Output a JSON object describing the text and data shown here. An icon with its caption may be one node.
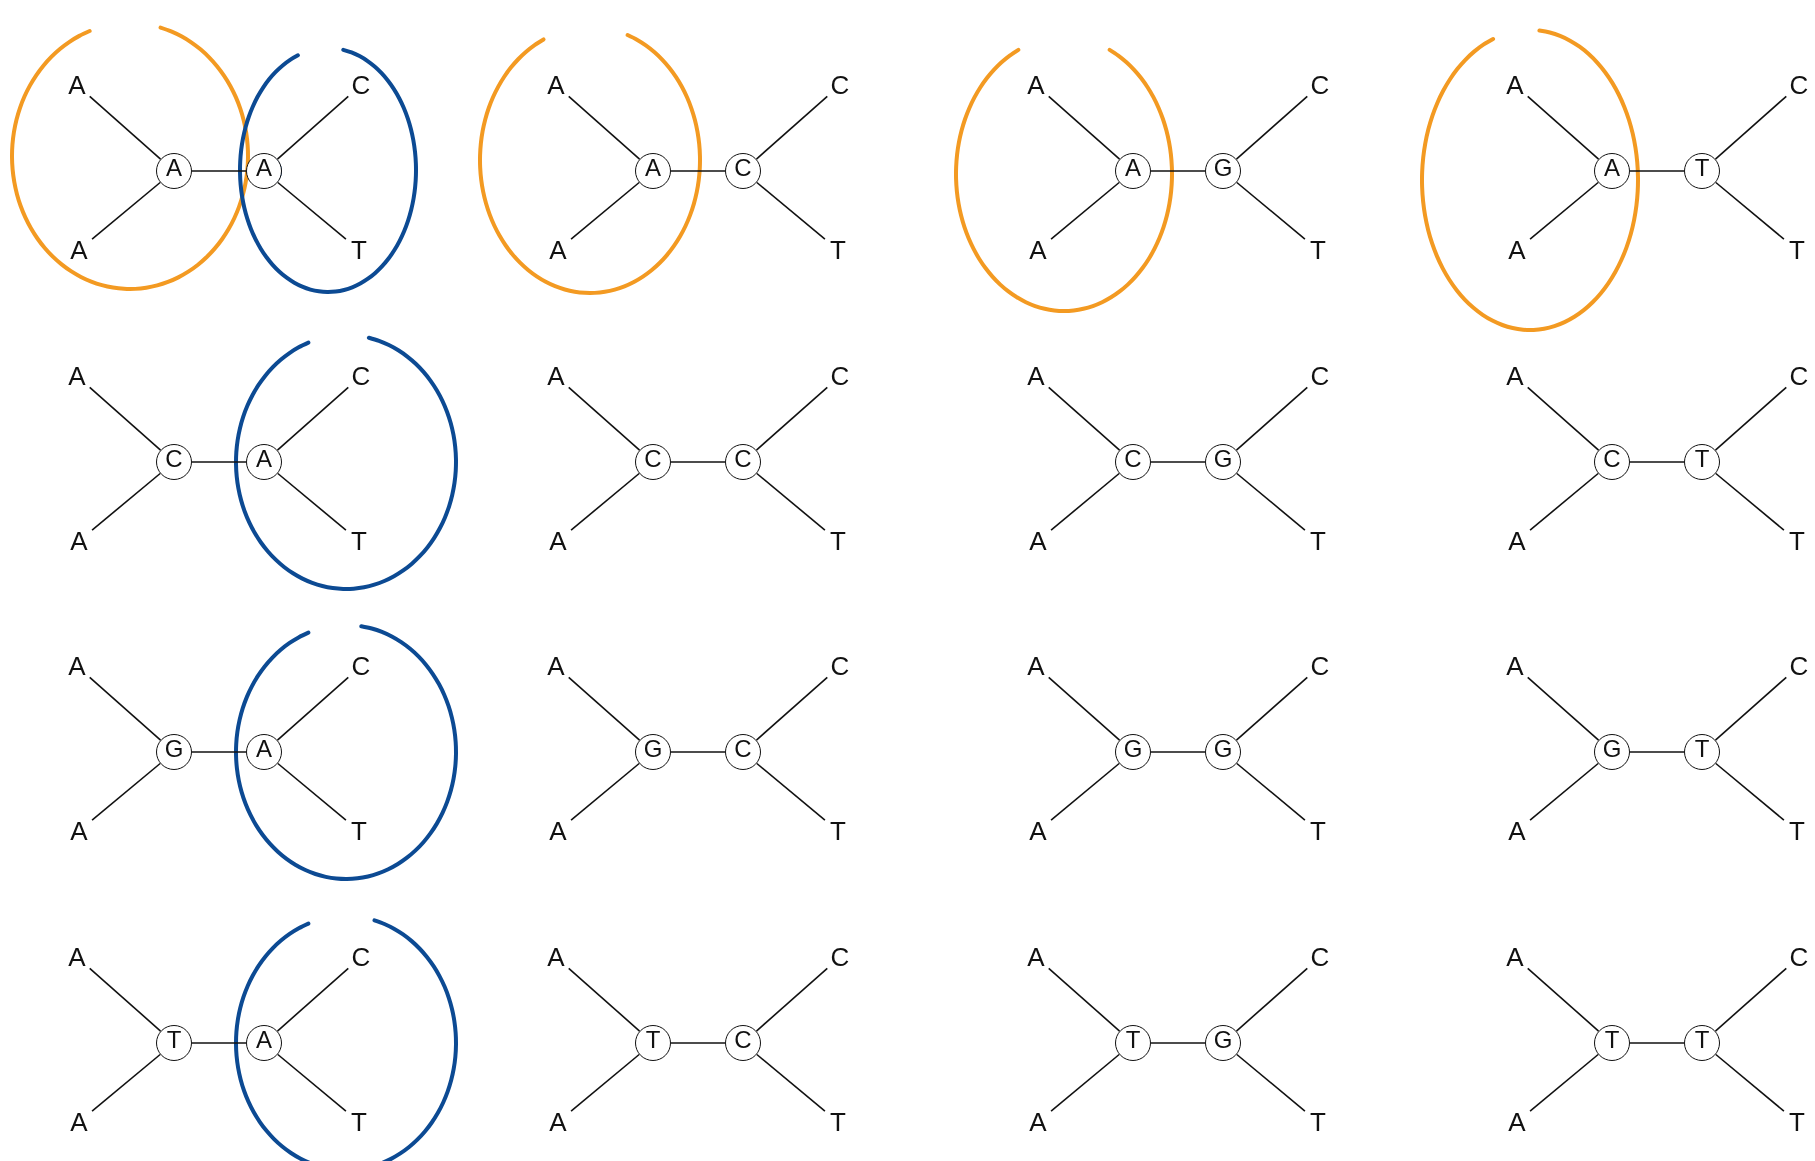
{
  "diagram": {
    "nodes": [
      {
        "text": [
          "A"
        ]
      },
      {
        "text": [
          "C"
        ]
      },
      {
        "text": [
          "A"
        ]
      },
      {
        "text": [
          "A"
        ]
      },
      {
        "text": [
          "A"
        ]
      },
      {
        "text": [
          "T"
        ]
      },
      {
        "text": [
          "A"
        ]
      },
      {
        "text": [
          "C"
        ]
      },
      {
        "text": [
          "A"
        ]
      },
      {
        "text": [
          "C"
        ]
      },
      {
        "text": [
          "A"
        ]
      },
      {
        "text": [
          "T"
        ]
      },
      {
        "text": [
          "A"
        ]
      },
      {
        "text": [
          "C"
        ]
      },
      {
        "text": [
          "A"
        ]
      },
      {
        "text": [
          "G"
        ]
      },
      {
        "text": [
          "A"
        ]
      },
      {
        "text": [
          "T"
        ]
      },
      {
        "text": [
          "A"
        ]
      },
      {
        "text": [
          "C"
        ]
      },
      {
        "text": [
          "A"
        ]
      },
      {
        "text": [
          "T"
        ]
      },
      {
        "text": [
          "A"
        ]
      },
      {
        "text": [
          "T"
        ]
      },
      {
        "text": [
          "A"
        ]
      },
      {
        "text": [
          "C"
        ]
      },
      {
        "text": [
          "C"
        ]
      },
      {
        "text": [
          "A"
        ]
      },
      {
        "text": [
          "A"
        ]
      },
      {
        "text": [
          "T"
        ]
      },
      {
        "text": [
          "A"
        ]
      },
      {
        "text": [
          "C"
        ]
      },
      {
        "text": [
          "C"
        ]
      },
      {
        "text": [
          "C"
        ]
      },
      {
        "text": [
          "A"
        ]
      },
      {
        "text": [
          "T"
        ]
      },
      {
        "text": [
          "A"
        ]
      },
      {
        "text": [
          "C"
        ]
      },
      {
        "text": [
          "C"
        ]
      },
      {
        "text": [
          "G"
        ]
      },
      {
        "text": [
          "A"
        ]
      },
      {
        "text": [
          "T"
        ]
      },
      {
        "text": [
          "A"
        ]
      },
      {
        "text": [
          "C"
        ]
      },
      {
        "text": [
          "C"
        ]
      },
      {
        "text": [
          "T"
        ]
      },
      {
        "text": [
          "A"
        ]
      },
      {
        "text": [
          "T"
        ]
      },
      {
        "text": [
          "A"
        ]
      },
      {
        "text": [
          "C"
        ]
      },
      {
        "text": [
          "G"
        ]
      },
      {
        "text": [
          "A"
        ]
      },
      {
        "text": [
          "A"
        ]
      },
      {
        "text": [
          "T"
        ]
      },
      {
        "text": [
          "A"
        ]
      },
      {
        "text": [
          "C"
        ]
      },
      {
        "text": [
          "G"
        ]
      },
      {
        "text": [
          "C"
        ]
      },
      {
        "text": [
          "A"
        ]
      },
      {
        "text": [
          "T"
        ]
      },
      {
        "text": [
          "A"
        ]
      },
      {
        "text": [
          "C"
        ]
      },
      {
        "text": [
          "G"
        ]
      },
      {
        "text": [
          "G"
        ]
      },
      {
        "text": [
          "A"
        ]
      },
      {
        "text": [
          "T"
        ]
      },
      {
        "text": [
          "A"
        ]
      },
      {
        "text": [
          "C"
        ]
      },
      {
        "text": [
          "G"
        ]
      },
      {
        "text": [
          "T"
        ]
      },
      {
        "text": [
          "A"
        ]
      },
      {
        "text": [
          "T"
        ]
      },
      {
        "text": [
          "A"
        ]
      },
      {
        "text": [
          "C"
        ]
      },
      {
        "text": [
          "T"
        ]
      },
      {
        "text": [
          "A"
        ]
      },
      {
        "text": [
          "A"
        ]
      },
      {
        "text": [
          "T"
        ]
      },
      {
        "text": [
          "A"
        ]
      },
      {
        "text": [
          "C"
        ]
      },
      {
        "text": [
          "T"
        ]
      },
      {
        "text": [
          "C"
        ]
      },
      {
        "text": [
          "A"
        ]
      },
      {
        "text": [
          "T"
        ]
      },
      {
        "text": [
          "A"
        ]
      },
      {
        "text": [
          "C"
        ]
      },
      {
        "text": [
          "T"
        ]
      },
      {
        "text": [
          "G"
        ]
      },
      {
        "text": [
          "A"
        ]
      },
      {
        "text": [
          "T"
        ]
      },
      {
        "text": [
          "A"
        ]
      },
      {
        "text": [
          "C"
        ]
      },
      {
        "text": [
          "T"
        ]
      },
      {
        "text": [
          "T"
        ]
      },
      {
        "text": [
          "A"
        ]
      },
      {
        "text": [
          "T"
        ]
      }
    ],
    "edges": [
      {
        "from": 0,
        "to": 2,
        "arrow": "none"
      },
      {
        "from": 4,
        "to": 2,
        "arrow": "none"
      },
      {
        "from": 2,
        "to": 3,
        "arrow": "none"
      },
      {
        "from": 3,
        "to": 1,
        "arrow": "none"
      },
      {
        "from": 3,
        "to": 5,
        "arrow": "none"
      },
      {
        "from": 6,
        "to": 8,
        "arrow": "none"
      },
      {
        "from": 10,
        "to": 8,
        "arrow": "none"
      },
      {
        "from": 8,
        "to": 9,
        "arrow": "none"
      },
      {
        "from": 9,
        "to": 7,
        "arrow": "none"
      },
      {
        "from": 9,
        "to": 11,
        "arrow": "none"
      },
      {
        "from": 12,
        "to": 14,
        "arrow": "none"
      },
      {
        "from": 16,
        "to": 14,
        "arrow": "none"
      },
      {
        "from": 14,
        "to": 15,
        "arrow": "none"
      },
      {
        "from": 15,
        "to": 13,
        "arrow": "none"
      },
      {
        "from": 15,
        "to": 17,
        "arrow": "none"
      },
      {
        "from": 18,
        "to": 20,
        "arrow": "none"
      },
      {
        "from": 22,
        "to": 20,
        "arrow": "none"
      },
      {
        "from": 20,
        "to": 21,
        "arrow": "none"
      },
      {
        "from": 21,
        "to": 19,
        "arrow": "none"
      },
      {
        "from": 21,
        "to": 23,
        "arrow": "none"
      },
      {
        "from": 24,
        "to": 26,
        "arrow": "none"
      },
      {
        "from": 28,
        "to": 26,
        "arrow": "none"
      },
      {
        "from": 26,
        "to": 27,
        "arrow": "none"
      },
      {
        "from": 27,
        "to": 25,
        "arrow": "none"
      },
      {
        "from": 27,
        "to": 29,
        "arrow": "none"
      },
      {
        "from": 30,
        "to": 32,
        "arrow": "none"
      },
      {
        "from": 34,
        "to": 32,
        "arrow": "none"
      },
      {
        "from": 32,
        "to": 33,
        "arrow": "none"
      },
      {
        "from": 33,
        "to": 31,
        "arrow": "none"
      },
      {
        "from": 33,
        "to": 35,
        "arrow": "none"
      },
      {
        "from": 36,
        "to": 38,
        "arrow": "none"
      },
      {
        "from": 40,
        "to": 38,
        "arrow": "none"
      },
      {
        "from": 38,
        "to": 39,
        "arrow": "none"
      },
      {
        "from": 39,
        "to": 37,
        "arrow": "none"
      },
      {
        "from": 39,
        "to": 41,
        "arrow": "none"
      },
      {
        "from": 42,
        "to": 44,
        "arrow": "none"
      },
      {
        "from": 46,
        "to": 44,
        "arrow": "none"
      },
      {
        "from": 44,
        "to": 45,
        "arrow": "none"
      },
      {
        "from": 45,
        "to": 43,
        "arrow": "none"
      },
      {
        "from": 45,
        "to": 47,
        "arrow": "none"
      },
      {
        "from": 48,
        "to": 50,
        "arrow": "none"
      },
      {
        "from": 52,
        "to": 50,
        "arrow": "none"
      },
      {
        "from": 50,
        "to": 51,
        "arrow": "none"
      },
      {
        "from": 51,
        "to": 49,
        "arrow": "none"
      },
      {
        "from": 51,
        "to": 53,
        "arrow": "none"
      },
      {
        "from": 54,
        "to": 56,
        "arrow": "none"
      },
      {
        "from": 58,
        "to": 56,
        "arrow": "none"
      },
      {
        "from": 56,
        "to": 57,
        "arrow": "none"
      },
      {
        "from": 57,
        "to": 55,
        "arrow": "none"
      },
      {
        "from": 57,
        "to": 59,
        "arrow": "none"
      },
      {
        "from": 60,
        "to": 62,
        "arrow": "none"
      },
      {
        "from": 64,
        "to": 62,
        "arrow": "none"
      },
      {
        "from": 62,
        "to": 63,
        "arrow": "none"
      },
      {
        "from": 63,
        "to": 61,
        "arrow": "none"
      },
      {
        "from": 63,
        "to": 65,
        "arrow": "none"
      },
      {
        "from": 66,
        "to": 68,
        "arrow": "none"
      },
      {
        "from": 70,
        "to": 68,
        "arrow": "none"
      },
      {
        "from": 68,
        "to": 69,
        "arrow": "none"
      },
      {
        "from": 69,
        "to": 67,
        "arrow": "none"
      },
      {
        "from": 69,
        "to": 71,
        "arrow": "none"
      },
      {
        "from": 72,
        "to": 74,
        "arrow": "none"
      },
      {
        "from": 76,
        "to": 74,
        "arrow": "none"
      },
      {
        "from": 74,
        "to": 75,
        "arrow": "none"
      },
      {
        "from": 75,
        "to": 73,
        "arrow": "none"
      },
      {
        "from": 75,
        "to": 77,
        "arrow": "none"
      },
      {
        "from": 78,
        "to": 80,
        "arrow": "none"
      },
      {
        "from": 82,
        "to": 80,
        "arrow": "none"
      },
      {
        "from": 80,
        "to": 81,
        "arrow": "none"
      },
      {
        "from": 81,
        "to": 79,
        "arrow": "none"
      },
      {
        "from": 81,
        "to": 83,
        "arrow": "none"
      },
      {
        "from": 84,
        "to": 86,
        "arrow": "none"
      },
      {
        "from": 88,
        "to": 86,
        "arrow": "none"
      },
      {
        "from": 86,
        "to": 87,
        "arrow": "none"
      },
      {
        "from": 87,
        "to": 85,
        "arrow": "none"
      },
      {
        "from": 87,
        "to": 89,
        "arrow": "none"
      },
      {
        "from": 90,
        "to": 92,
        "arrow": "none"
      },
      {
        "from": 94,
        "to": 92,
        "arrow": "none"
      },
      {
        "from": 92,
        "to": 93,
        "arrow": "none"
      },
      {
        "from": 93,
        "to": 91,
        "arrow": "none"
      },
      {
        "from": 93,
        "to": 95,
        "arrow": "none"
      }
    ]
  }
}
